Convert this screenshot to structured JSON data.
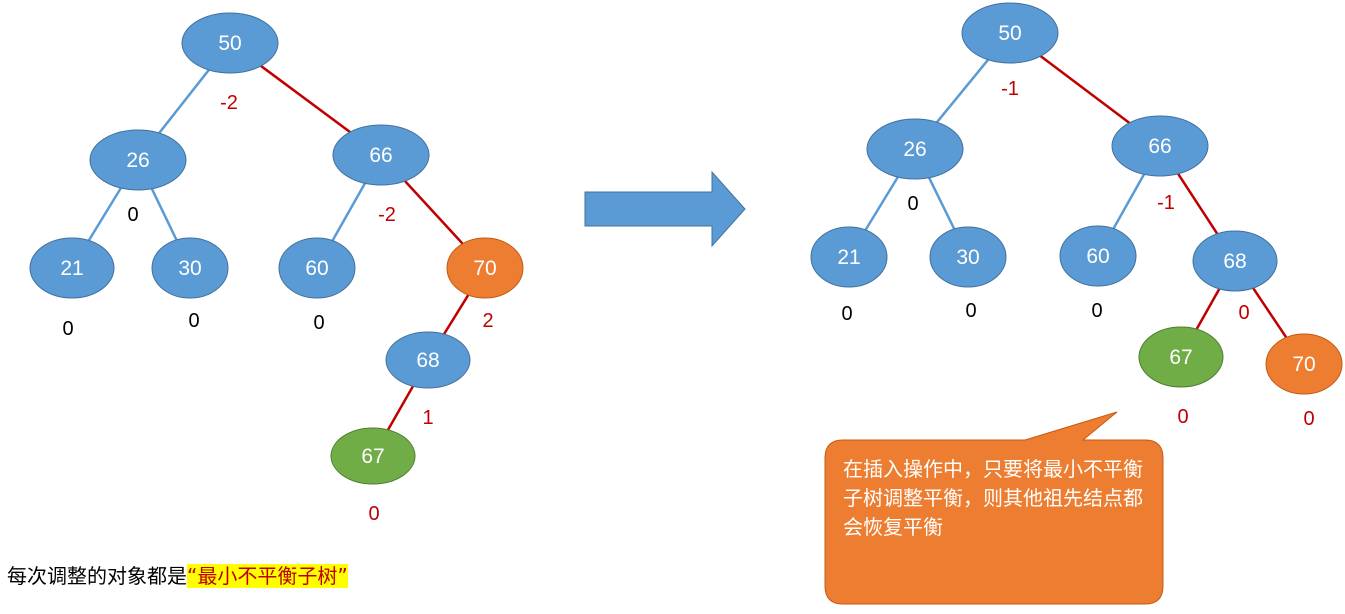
{
  "colors": {
    "node_blue": "#5b9bd5",
    "node_blue_stroke": "#41719c",
    "node_orange": "#ed7d31",
    "node_green": "#70ad47",
    "edge_blue": "#5b9bd5",
    "edge_red": "#c00000",
    "bf_black": "#000000",
    "bf_red": "#c00000",
    "arrow": "#5b9bd5",
    "callout": "#ed7d31",
    "highlight": "#ffff00"
  },
  "left_tree": {
    "nodes": [
      {
        "id": "n50",
        "label": "50",
        "color": "blue",
        "bf": "-2",
        "bf_color": "red"
      },
      {
        "id": "n26",
        "label": "26",
        "color": "blue",
        "bf": "0",
        "bf_color": "black"
      },
      {
        "id": "n66",
        "label": "66",
        "color": "blue",
        "bf": "-2",
        "bf_color": "red"
      },
      {
        "id": "n21",
        "label": "21",
        "color": "blue",
        "bf": "0",
        "bf_color": "black"
      },
      {
        "id": "n30",
        "label": "30",
        "color": "blue",
        "bf": "0",
        "bf_color": "black"
      },
      {
        "id": "n60",
        "label": "60",
        "color": "blue",
        "bf": "0",
        "bf_color": "black"
      },
      {
        "id": "n70",
        "label": "70",
        "color": "orange",
        "bf": "2",
        "bf_color": "red"
      },
      {
        "id": "n68",
        "label": "68",
        "color": "blue",
        "bf": "1",
        "bf_color": "red"
      },
      {
        "id": "n67",
        "label": "67",
        "color": "green",
        "bf": "0",
        "bf_color": "red"
      }
    ],
    "edges": [
      {
        "from": "n50",
        "to": "n26",
        "color": "blue"
      },
      {
        "from": "n50",
        "to": "n66",
        "color": "red"
      },
      {
        "from": "n26",
        "to": "n21",
        "color": "blue"
      },
      {
        "from": "n26",
        "to": "n30",
        "color": "blue"
      },
      {
        "from": "n66",
        "to": "n60",
        "color": "blue"
      },
      {
        "from": "n66",
        "to": "n70",
        "color": "red"
      },
      {
        "from": "n70",
        "to": "n68",
        "color": "red"
      },
      {
        "from": "n68",
        "to": "n67",
        "color": "red"
      }
    ]
  },
  "right_tree": {
    "nodes": [
      {
        "id": "m50",
        "label": "50",
        "color": "blue",
        "bf": "-1",
        "bf_color": "red"
      },
      {
        "id": "m26",
        "label": "26",
        "color": "blue",
        "bf": "0",
        "bf_color": "black"
      },
      {
        "id": "m66",
        "label": "66",
        "color": "blue",
        "bf": "-1",
        "bf_color": "red"
      },
      {
        "id": "m21",
        "label": "21",
        "color": "blue",
        "bf": "0",
        "bf_color": "black"
      },
      {
        "id": "m30",
        "label": "30",
        "color": "blue",
        "bf": "0",
        "bf_color": "black"
      },
      {
        "id": "m60",
        "label": "60",
        "color": "blue",
        "bf": "0",
        "bf_color": "black"
      },
      {
        "id": "m68",
        "label": "68",
        "color": "blue",
        "bf": "0",
        "bf_color": "red"
      },
      {
        "id": "m67",
        "label": "67",
        "color": "green",
        "bf": "0",
        "bf_color": "red"
      },
      {
        "id": "m70",
        "label": "70",
        "color": "orange",
        "bf": "0",
        "bf_color": "red"
      }
    ],
    "edges": [
      {
        "from": "m50",
        "to": "m26",
        "color": "blue"
      },
      {
        "from": "m50",
        "to": "m66",
        "color": "red"
      },
      {
        "from": "m26",
        "to": "m21",
        "color": "blue"
      },
      {
        "from": "m26",
        "to": "m30",
        "color": "blue"
      },
      {
        "from": "m66",
        "to": "m60",
        "color": "blue"
      },
      {
        "from": "m66",
        "to": "m68",
        "color": "red"
      },
      {
        "from": "m68",
        "to": "m67",
        "color": "red"
      },
      {
        "from": "m68",
        "to": "m70",
        "color": "red"
      }
    ]
  },
  "caption": {
    "prefix": "每次调整的对象都是",
    "highlight": "“最小不平衡子树”"
  },
  "callout": {
    "text": "在插入操作中，只要将最小不平衡子树调整平衡，则其他祖先结点都会恢复平衡"
  }
}
